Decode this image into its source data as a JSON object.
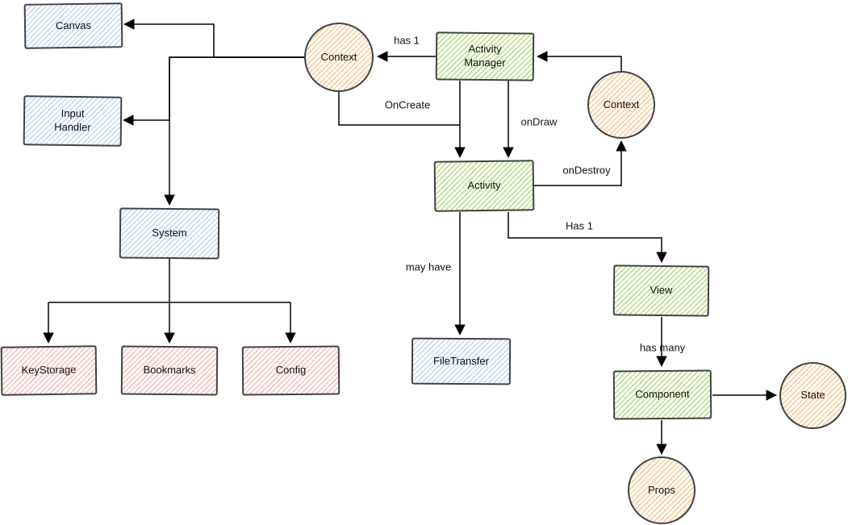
{
  "diagram": {
    "style": "hand-drawn-sketch-flowchart",
    "palette": {
      "blue_fill": "#dae8fc",
      "green_fill": "#d5e8d4",
      "pink_fill": "#f8cecc",
      "orange_fill": "#ffe6cc",
      "shape_border": "#424242",
      "connector": "#000000"
    },
    "nodes": {
      "canvas": {
        "label": "Canvas",
        "shape": "rectangle",
        "color": "blue"
      },
      "input_handler": {
        "label": "Input\nHandler",
        "shape": "rectangle",
        "color": "blue"
      },
      "system": {
        "label": "System",
        "shape": "rectangle",
        "color": "blue"
      },
      "keystorage": {
        "label": "KeyStorage",
        "shape": "rectangle",
        "color": "pink"
      },
      "bookmarks": {
        "label": "Bookmarks",
        "shape": "rectangle",
        "color": "pink"
      },
      "config": {
        "label": "Config",
        "shape": "rectangle",
        "color": "pink"
      },
      "context_left": {
        "label": "Context",
        "shape": "circle",
        "color": "orange"
      },
      "activity_manager": {
        "label": "Activity\nManager",
        "shape": "rectangle",
        "color": "green"
      },
      "context_right": {
        "label": "Context",
        "shape": "circle",
        "color": "orange"
      },
      "activity": {
        "label": "Activity",
        "shape": "rectangle",
        "color": "green"
      },
      "filetransfer": {
        "label": "FileTransfer",
        "shape": "rectangle",
        "color": "blue"
      },
      "view": {
        "label": "View",
        "shape": "rectangle",
        "color": "green"
      },
      "component": {
        "label": "Component",
        "shape": "rectangle",
        "color": "green"
      },
      "state": {
        "label": "State",
        "shape": "circle",
        "color": "orange"
      },
      "props": {
        "label": "Props",
        "shape": "circle",
        "color": "orange"
      }
    },
    "edges": {
      "has_1": "has 1",
      "on_create": "OnCreate",
      "on_draw": "onDraw",
      "on_destroy": "onDestroy",
      "may_have": "may have",
      "has_1_view": "Has 1",
      "has_many": "has many"
    }
  }
}
